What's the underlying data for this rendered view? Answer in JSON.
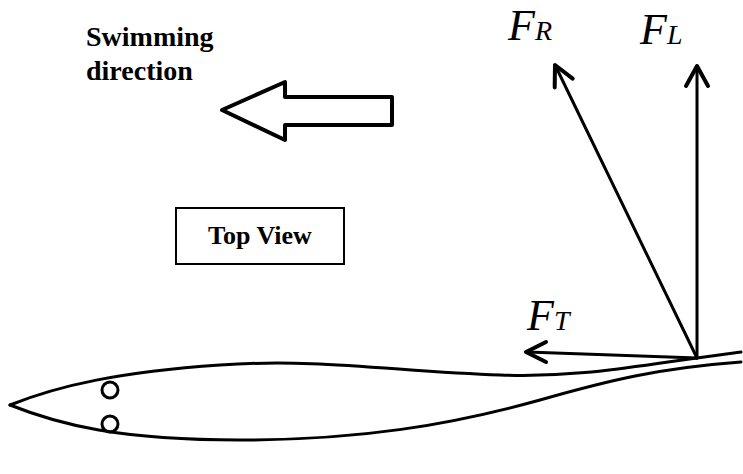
{
  "diagram": {
    "nodes": [
      {
        "text": [
          "Top View"
        ]
      }
    ],
    "labels": [
      "Swimming direction",
      "FR",
      "FL",
      "FT"
    ]
  }
}
